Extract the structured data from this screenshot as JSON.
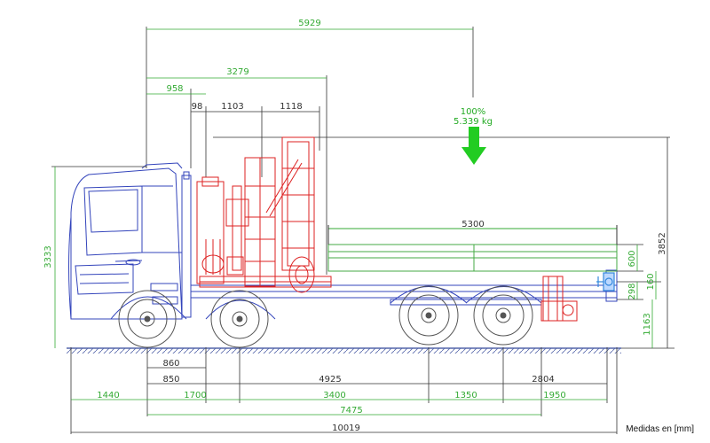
{
  "colors": {
    "dim_black": "#333333",
    "dim_green": "#33aa33",
    "truck_blue": "#3344bb",
    "crane_red": "#dd2222",
    "platform_green": "#44aa44",
    "arrow_green": "#22cc22",
    "ground": "#5566aa"
  },
  "top_dims": {
    "d5929": "5929",
    "d3279": "3279",
    "d958": "958",
    "d98": "98",
    "d1103": "1103",
    "d1118": "1118"
  },
  "load": {
    "percent": "100%",
    "mass": "5.339 kg"
  },
  "side_dims": {
    "height_total": "3333",
    "height_3852": "3852",
    "h600": "600",
    "h160": "160",
    "h298": "298",
    "h1163": "1163"
  },
  "platform_dims": {
    "length": "5300"
  },
  "bottom_dims": {
    "d860": "860",
    "d850": "850",
    "d4925": "4925",
    "d2804": "2804",
    "d1440": "1440",
    "d1700": "1700",
    "d3400": "3400",
    "d1350": "1350",
    "d1950": "1950",
    "d7475": "7475",
    "d10019": "10019"
  },
  "units_note": "Medidas en [mm]",
  "icons": {
    "load": "down-arrow-icon"
  }
}
